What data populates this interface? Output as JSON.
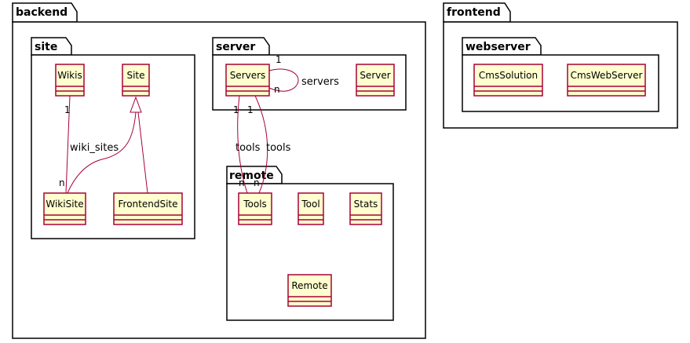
{
  "colors": {
    "class_fill": "#FEFECE",
    "class_border": "#A80036",
    "package_border": "#000000",
    "background": "#FFFFFF"
  },
  "packages": {
    "backend": "backend",
    "site": "site",
    "server": "server",
    "remote": "remote",
    "frontend": "frontend",
    "webserver": "webserver"
  },
  "classes": {
    "wikis": "Wikis",
    "site": "Site",
    "wikisite": "WikiSite",
    "frontendsite": "FrontendSite",
    "servers": "Servers",
    "server": "Server",
    "tools": "Tools",
    "tool": "Tool",
    "stats": "Stats",
    "remote": "Remote",
    "cmssolution": "CmsSolution",
    "cmswebserver": "CmsWebServer"
  },
  "relations": {
    "wiki_sites": {
      "label": "wiki_sites",
      "mult_from": "1",
      "mult_to": "n"
    },
    "servers_self": {
      "label": "servers",
      "mult_from": "1",
      "mult_to": "n"
    },
    "tools_a": {
      "label": "tools",
      "mult_from": "1",
      "mult_to": "n"
    },
    "tools_b": {
      "label": "tools",
      "mult_from": "1",
      "mult_to": "n"
    }
  }
}
